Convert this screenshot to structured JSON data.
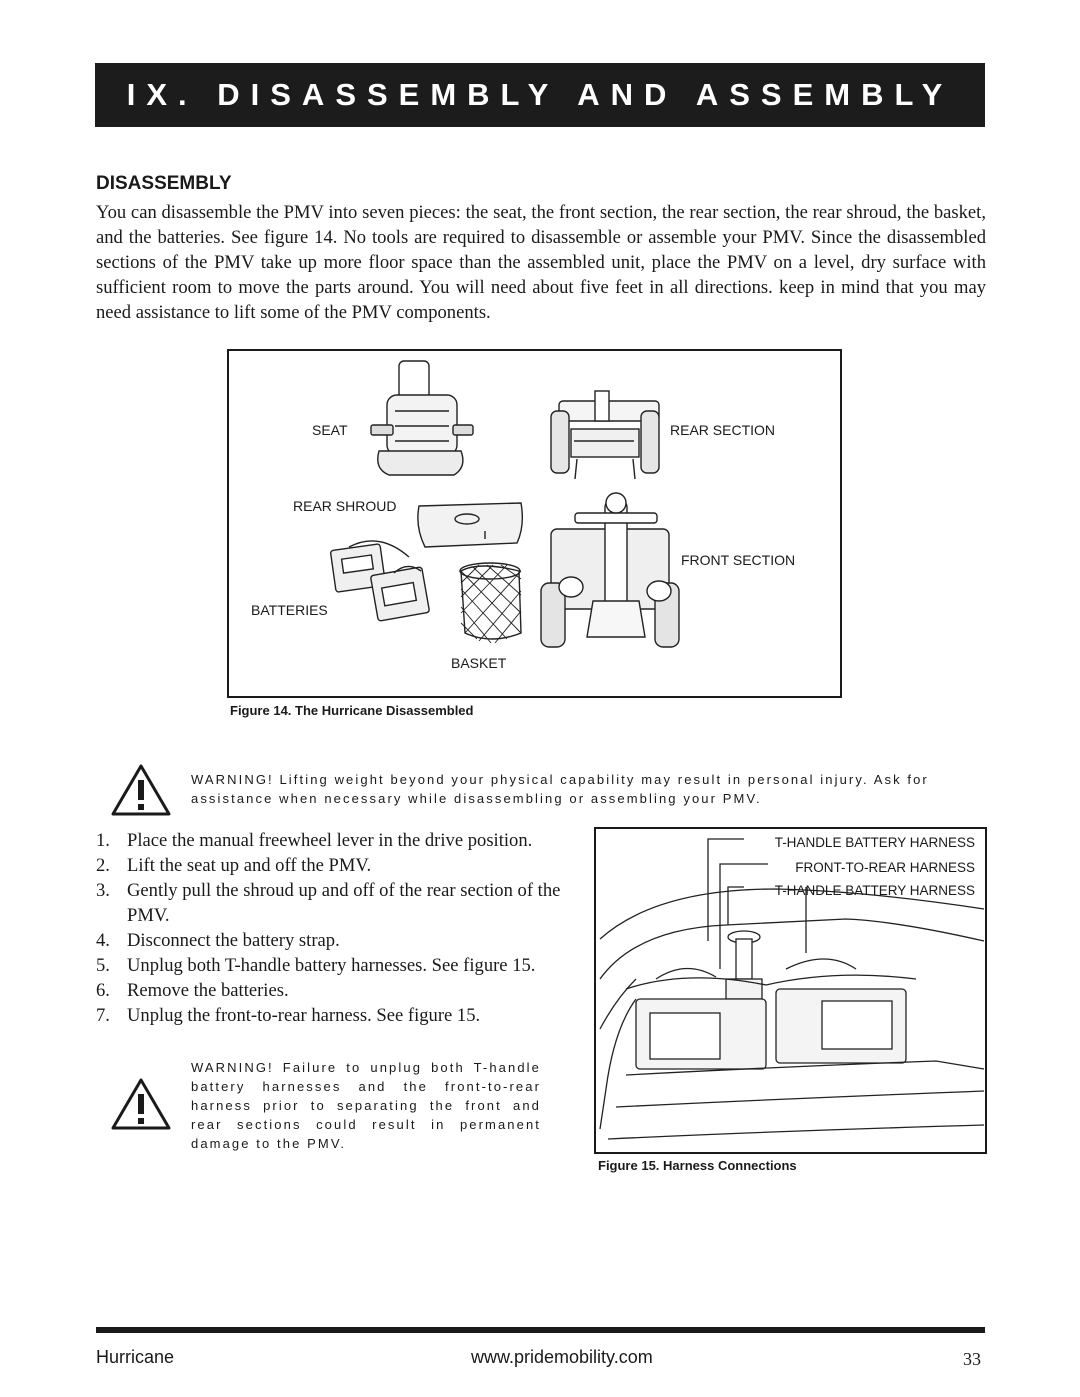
{
  "section_title": "IX. DISASSEMBLY AND ASSEMBLY",
  "heading": "DISASSEMBLY",
  "intro": "You can disassemble the PMV into seven pieces: the seat, the front section, the rear section, the rear shroud,  the basket, and the batteries.  See figure 14.  No tools are required to disassemble or assemble your PMV. Since the disassembled sections of the PMV take up more floor space than the assembled unit, place the PMV on a level, dry surface with sufficient room to move the parts around.  You will need about five feet in all directions.  keep in mind that you may need assistance to lift some of the PMV components.",
  "figure14": {
    "labels": {
      "seat": "SEAT",
      "rear_section": "REAR SECTION",
      "rear_shroud": "REAR SHROUD",
      "front_section": "FRONT SECTION",
      "batteries": "BATTERIES",
      "basket": "BASKET"
    },
    "caption": "Figure 14.  The Hurricane Disassembled"
  },
  "warning1": {
    "icon": "warning-triangle-icon",
    "text": "WARNING!  Lifting weight beyond your physical capability may result in personal injury. Ask for assistance when necessary while disassembling or assembling your PMV."
  },
  "steps": [
    {
      "num": "1.",
      "text": "Place the manual freewheel lever in the drive position."
    },
    {
      "num": "2.",
      "text": "Lift the seat up and off the PMV."
    },
    {
      "num": "3.",
      "text": "Gently pull the shroud up and off of the rear section of the PMV."
    },
    {
      "num": "4.",
      "text": "Disconnect the battery strap."
    },
    {
      "num": "5.",
      "text": "Unplug both T-handle battery harnesses.  See figure 15."
    },
    {
      "num": "6.",
      "text": "Remove the batteries."
    },
    {
      "num": "7.",
      "text": "Unplug the front-to-rear harness. See figure 15."
    }
  ],
  "warning2": {
    "icon": "warning-triangle-icon",
    "text": "WARNING!  Failure to unplug both T-handle battery harnesses and the front-to-rear harness prior to separating the front and rear sections could result in permanent damage to the PMV."
  },
  "figure15": {
    "labels": [
      "T-HANDLE BATTERY HARNESS",
      "FRONT-TO-REAR HARNESS",
      "T-HANDLE BATTERY HARNESS"
    ],
    "caption": "Figure 15.  Harness Connections"
  },
  "footer": {
    "left": "Hurricane",
    "center": "www.pridemobility.com",
    "page": "33"
  }
}
